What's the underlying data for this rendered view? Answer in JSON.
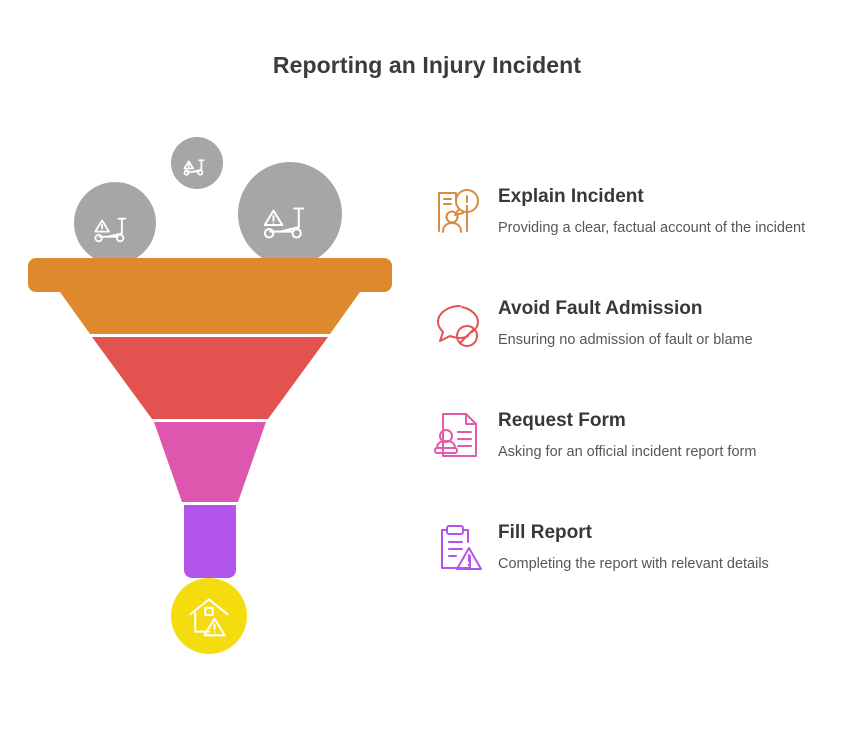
{
  "title": "Reporting an Injury Incident",
  "colors": {
    "title_text": "#3b3b3b",
    "step_title_text": "#3b3738",
    "step_desc_text": "#575757",
    "background": "#ffffff",
    "funnel_band_1": "#de8a2c",
    "funnel_band_2": "#e2534f",
    "funnel_band_3": "#de57ae",
    "funnel_band_4": "#b355ea",
    "outcome_circle": "#f5dc0f",
    "source_circle": "#a6a6a6",
    "icon_outcome_stroke": "#ffffff",
    "icon_source_stroke": "#ffffff"
  },
  "funnel": {
    "name": "incident-reporting-funnel",
    "bands": [
      {
        "label": "Explain Incident",
        "color": "#de8a2c",
        "order": 1
      },
      {
        "label": "Avoid Fault Admission",
        "color": "#e2534f",
        "order": 2
      },
      {
        "label": "Request Form",
        "color": "#de57ae",
        "order": 3
      },
      {
        "label": "Fill Report",
        "color": "#b355ea",
        "order": 4
      }
    ],
    "source_nodes": [
      {
        "icon": "scooter-warning-icon",
        "size": "medium"
      },
      {
        "icon": "scooter-warning-icon",
        "size": "small"
      },
      {
        "icon": "scooter-warning-icon",
        "size": "large"
      }
    ],
    "outcome_node": {
      "icon": "house-warning-icon",
      "color": "#f5dc0f"
    }
  },
  "steps": [
    {
      "icon": "person-speech-alert-icon",
      "icon_color": "#d98b3f",
      "title": "Explain Incident",
      "description": "Providing a clear, factual account of the incident"
    },
    {
      "icon": "speech-bubble-prohibited-icon",
      "icon_color": "#e2534f",
      "title": "Avoid Fault Admission",
      "description": "Ensuring no admission of fault or blame"
    },
    {
      "icon": "document-person-icon",
      "icon_color": "#e05aae",
      "title": "Request Form",
      "description": "Asking for an official incident report form"
    },
    {
      "icon": "clipboard-warning-icon",
      "icon_color": "#b355ea",
      "title": "Fill Report",
      "description": "Completing the report with relevant details"
    }
  ]
}
